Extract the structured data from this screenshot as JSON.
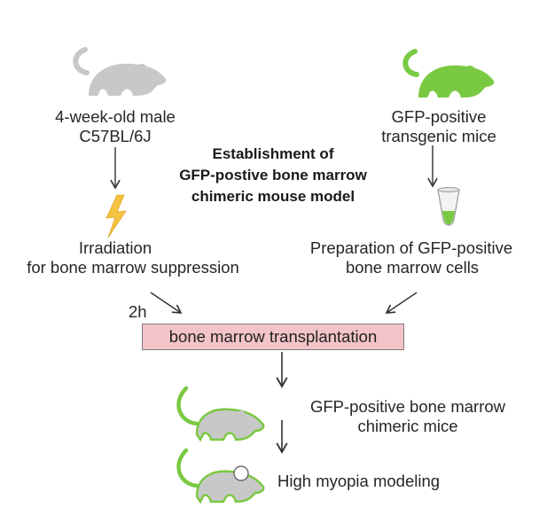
{
  "source": {
    "left_mouse_label": [
      "4-week-old male",
      "C57BL/6J"
    ],
    "right_mouse_label": [
      "GFP-positive",
      "transgenic mice"
    ]
  },
  "center_title": [
    "Establishment of",
    "GFP-postive bone marrow",
    "chimeric mouse model"
  ],
  "steps": {
    "irradiation": [
      "Irradiation",
      "for bone marrow suppression"
    ],
    "preparation": [
      "Preparation of GFP-positive",
      "bone marrow cells"
    ],
    "interval": "2h",
    "transplantation": "bone marrow transplantation",
    "chimeric": [
      "GFP-positive bone marrow",
      "chimeric mice"
    ],
    "modeling": "High myopia modeling"
  },
  "colors": {
    "gray_mouse": "#c8c8c8",
    "green_mouse": "#7ac943",
    "green_outline": "#7ac943",
    "lightning": "#f5c242",
    "transplant_box": "#f2c4c8",
    "arrow": "#333333"
  },
  "icons": [
    "gray-mouse-icon",
    "green-mouse-icon",
    "lightning-icon",
    "test-tube-icon",
    "chimeric-mouse-icon",
    "myopia-mouse-icon"
  ]
}
